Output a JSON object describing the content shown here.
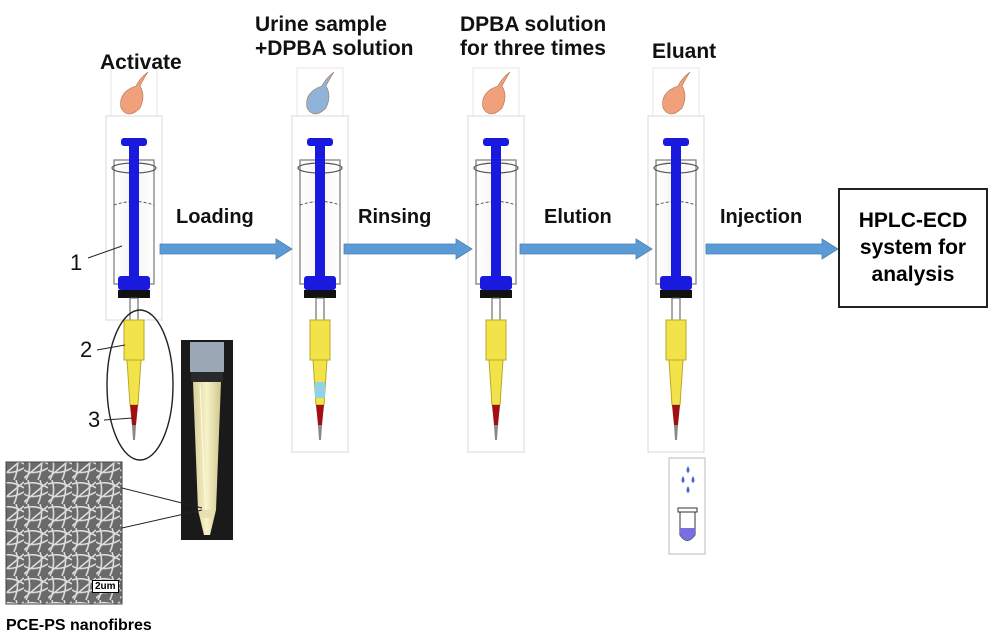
{
  "steps": [
    {
      "title_lines": [
        "Activate"
      ]
    },
    {
      "title_lines": [
        "Urine sample",
        "+DPBA solution"
      ]
    },
    {
      "title_lines": [
        "DPBA solution",
        "for three times"
      ]
    },
    {
      "title_lines": [
        "Eluant"
      ]
    }
  ],
  "arrows": [
    "Loading",
    "Rinsing",
    "Elution",
    "Injection"
  ],
  "destination": {
    "lines": [
      "HPLC-ECD",
      "system for",
      "analysis"
    ]
  },
  "part_numbers": [
    "1",
    "2",
    "3"
  ],
  "sem_scale": "2um",
  "sem_caption": "PCE-PS nanofibres",
  "colors": {
    "plunger": "#1a1adf",
    "arrow": "#5b9bd5",
    "tip": "#f2e34a",
    "sorbent": "#a01010",
    "dropper_orange": "#f0a07a",
    "dropper_blue": "#8fb3d9"
  },
  "icons": [
    "dropper-icon",
    "syringe-icon",
    "arrow-icon",
    "pipette-tip-photo",
    "sem-image",
    "collection-tube-icon"
  ]
}
